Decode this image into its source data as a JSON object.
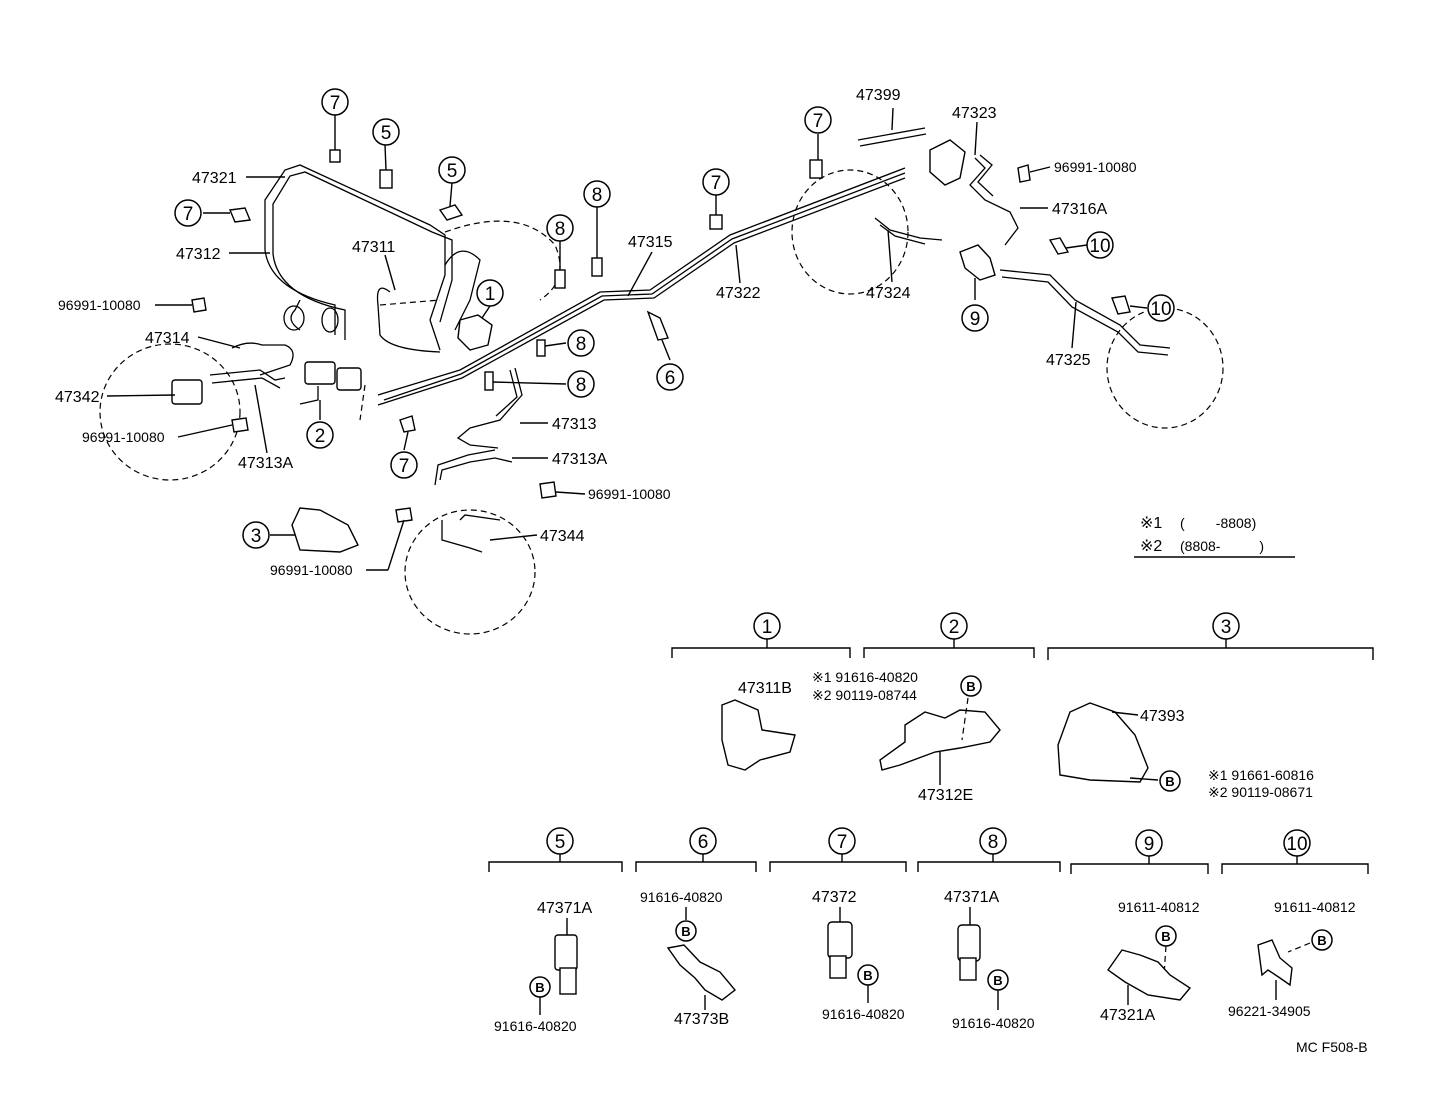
{
  "callouts": {
    "c7a": "7",
    "c5a": "5",
    "c5b": "5",
    "c7b": "7",
    "c1": "1",
    "c2": "2",
    "c3": "3",
    "c8a": "8",
    "c8b": "8",
    "c8c": "8",
    "c8d": "8",
    "c7c": "7",
    "c7d": "7",
    "c7e": "7",
    "c6": "6",
    "c9": "9",
    "c10a": "10",
    "c10b": "10"
  },
  "labels": {
    "p47321": "47321",
    "p47312": "47312",
    "p47311": "47311",
    "p96991a": "96991-10080",
    "p47314": "47314",
    "p47342": "47342",
    "p96991b": "96991-10080",
    "p47313A_l": "47313A",
    "p47315": "47315",
    "p47322": "47322",
    "p47399": "47399",
    "p47323": "47323",
    "p96991c": "96991-10080",
    "p47316A": "47316A",
    "p47324": "47324",
    "p47325": "47325",
    "p47313": "47313",
    "p47313A_r": "47313A",
    "p96991d": "96991-10080",
    "p47344": "47344",
    "p96991e": "96991-10080"
  },
  "legend": {
    "row1_mark": "※1",
    "row1_range": "(        -8808)",
    "row2_mark": "※2",
    "row2_range": "(8808-          )"
  },
  "details": {
    "d1": {
      "num": "1",
      "part": "47311B"
    },
    "d2": {
      "num": "2",
      "part": "47312E",
      "bolt1": "※1 91616-40820",
      "bolt2": "※2 90119-08744",
      "b": "B"
    },
    "d3": {
      "num": "3",
      "part": "47393",
      "bolt1": "※1 91661-60816",
      "bolt2": "※2 90119-08671",
      "b": "B"
    },
    "d5": {
      "num": "5",
      "part": "47371A",
      "bolt": "91616-40820",
      "b": "B"
    },
    "d6": {
      "num": "6",
      "part": "47373B",
      "bolt": "91616-40820",
      "b": "B"
    },
    "d7": {
      "num": "7",
      "part": "47372",
      "bolt": "91616-40820",
      "b": "B"
    },
    "d8": {
      "num": "8",
      "part": "47371A",
      "bolt": "91616-40820",
      "b": "B"
    },
    "d9": {
      "num": "9",
      "part": "47321A",
      "bolt": "91611-40812",
      "b": "B"
    },
    "d10": {
      "num": "10",
      "part": "96221-34905",
      "bolt": "91611-40812",
      "b": "B"
    }
  },
  "footer": {
    "code": "MC F508-B"
  }
}
